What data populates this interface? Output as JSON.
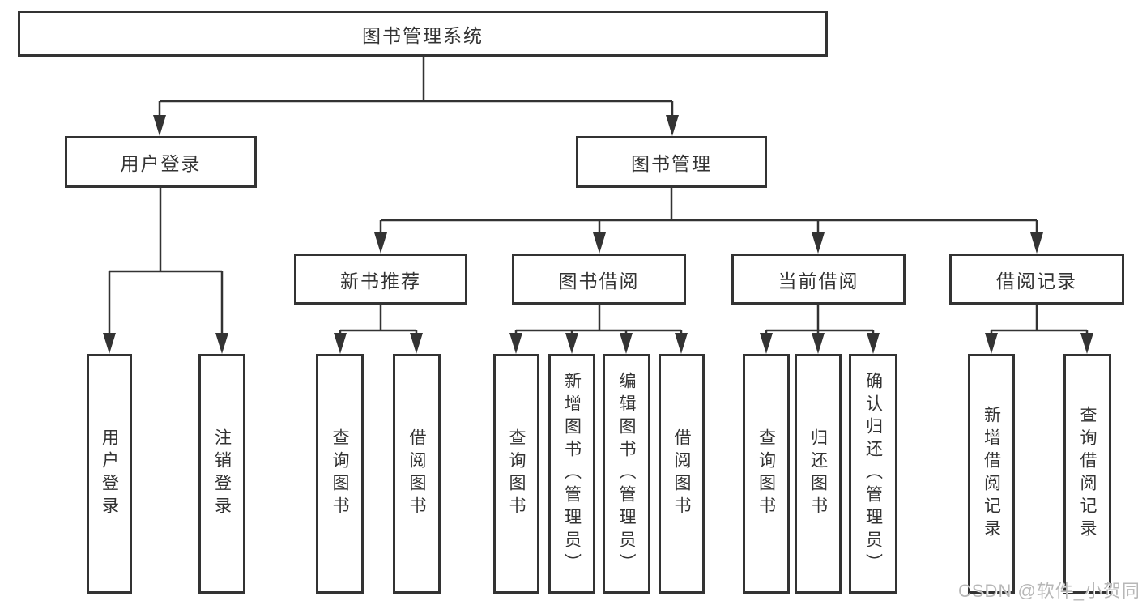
{
  "diagram": {
    "root": "图书管理系统",
    "level2": {
      "user_login": "用户登录",
      "book_management": "图书管理"
    },
    "level3": {
      "new_book_recommend": "新书推荐",
      "book_borrowing": "图书借阅",
      "current_borrowing": "当前借阅",
      "borrowing_records": "借阅记录"
    },
    "leaves": {
      "user_login": "用户登录",
      "logout": "注销登录",
      "nb_query_book": "查询图书",
      "nb_borrow_book": "借阅图书",
      "bb_query_book": "查询图书",
      "bb_add_book": "新增图书（管理员）",
      "bb_edit_book": "编辑图书（管理员）",
      "bb_borrow_book": "借阅图书",
      "cb_query_book": "查询图书",
      "cb_return_book": "归还图书",
      "cb_confirm_return": "确认归还（管理员）",
      "br_add_record": "新增借阅记录",
      "br_query_record": "查询借阅记录"
    }
  },
  "colors": {
    "line": "#333333",
    "text": "#333333",
    "watermark": "#b7b7b7",
    "background": "#ffffff"
  },
  "watermark": "CSDN @软件_小贺同学"
}
